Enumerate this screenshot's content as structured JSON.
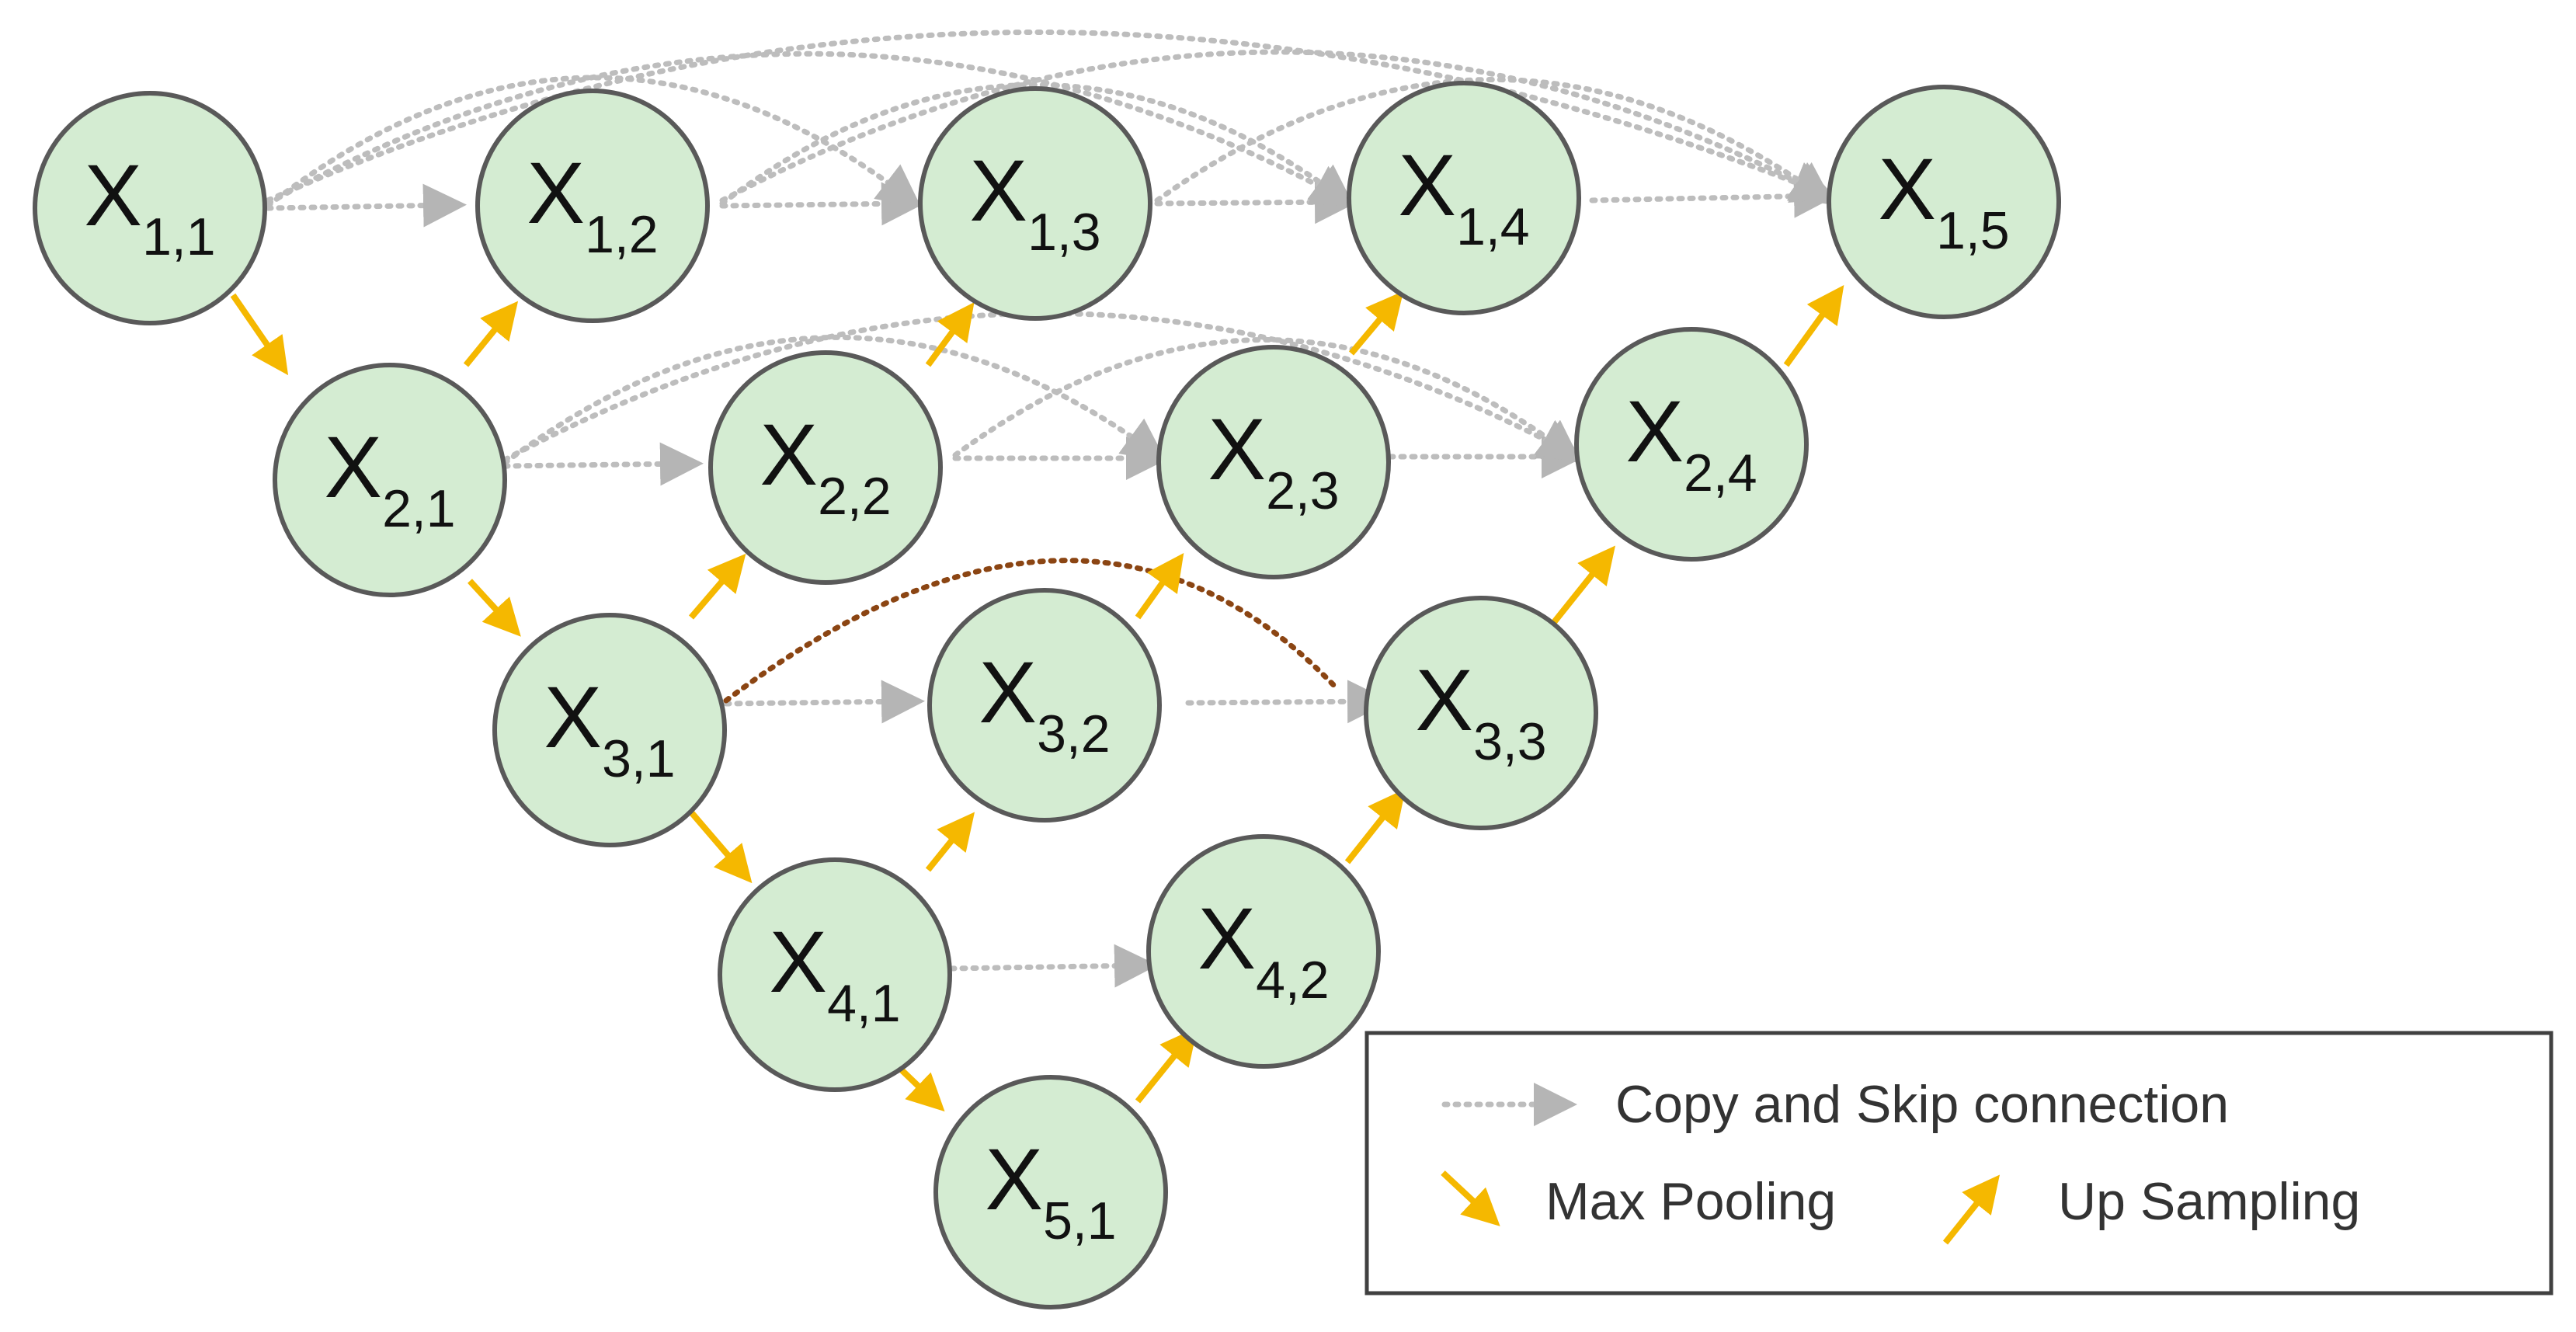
{
  "colors": {
    "node_fill": "#d4ecd2",
    "node_stroke": "#595959",
    "skip": "#bdbdbd",
    "skip_arrowhead": "#b5b5b5",
    "arrow": "#f5b800",
    "highlight_skip": "#8b4513"
  },
  "nodes": [
    {
      "id": "x11",
      "main": "X",
      "sub": "1,1"
    },
    {
      "id": "x12",
      "main": "X",
      "sub": "1,2"
    },
    {
      "id": "x13",
      "main": "X",
      "sub": "1,3"
    },
    {
      "id": "x14",
      "main": "X",
      "sub": "1,4"
    },
    {
      "id": "x15",
      "main": "X",
      "sub": "1,5"
    },
    {
      "id": "x21",
      "main": "X",
      "sub": "2,1"
    },
    {
      "id": "x22",
      "main": "X",
      "sub": "2,2"
    },
    {
      "id": "x23",
      "main": "X",
      "sub": "2,3"
    },
    {
      "id": "x24",
      "main": "X",
      "sub": "2,4"
    },
    {
      "id": "x31",
      "main": "X",
      "sub": "3,1"
    },
    {
      "id": "x32",
      "main": "X",
      "sub": "3,2"
    },
    {
      "id": "x33",
      "main": "X",
      "sub": "3,3"
    },
    {
      "id": "x41",
      "main": "X",
      "sub": "4,1"
    },
    {
      "id": "x42",
      "main": "X",
      "sub": "4,2"
    },
    {
      "id": "x51",
      "main": "X",
      "sub": "5,1"
    }
  ],
  "legend": {
    "copy_skip_label": "Copy and Skip connection",
    "max_pooling_label": "Max Pooling",
    "up_sampling_label": "Up Sampling"
  }
}
